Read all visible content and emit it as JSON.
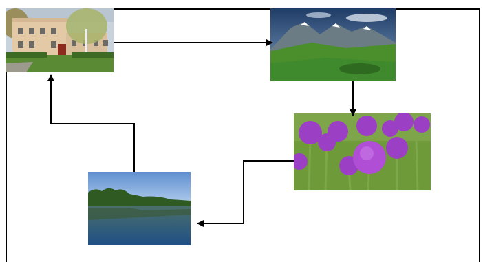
{
  "diagram": {
    "type": "cycle-flow",
    "nodes": [
      {
        "id": "school",
        "picture": "school-building-photo"
      },
      {
        "id": "mountains",
        "picture": "mountain-valley-photo"
      },
      {
        "id": "flowers",
        "picture": "purple-allium-flowers-photo"
      },
      {
        "id": "lake",
        "picture": "forest-lake-photo"
      }
    ],
    "edges": [
      {
        "from": "school",
        "to": "mountains"
      },
      {
        "from": "mountains",
        "to": "flowers"
      },
      {
        "from": "flowers",
        "to": "lake"
      },
      {
        "from": "lake",
        "to": "school"
      }
    ]
  },
  "colors": {
    "line": "#000000",
    "sky_school": "#c8d3dc",
    "building": "#e3c9a6",
    "sky_mountain": "#2f4f78",
    "grass": "#3f8a2c",
    "flower": "#9b3fc4",
    "flower_bg": "#6f9a3a",
    "sky_lake": "#8fb4e0",
    "water": "#2b5d93"
  }
}
